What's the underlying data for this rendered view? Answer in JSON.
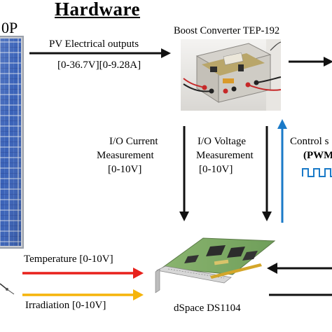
{
  "diagram": {
    "title": "Hardware",
    "pv_panel_label_fragment": "0P",
    "pv_outputs": {
      "label": "PV Electrical outputs",
      "range": "[0-36.7V][0-9.28A]"
    },
    "boost_converter": {
      "label": "Boost Converter TEP-192"
    },
    "io_current": {
      "line1": "I/O Current",
      "line2": "Measurement",
      "range": "[0-10V]"
    },
    "io_voltage": {
      "line1": "I/O Voltage",
      "line2": "Measurement",
      "range": "[0-10V]"
    },
    "control_signal": {
      "line1": "Control s",
      "line2": "(PWM"
    },
    "temperature": {
      "label": "Temperature [0-10V]"
    },
    "irradiation": {
      "label": "Irradiation [0-10V]"
    },
    "dspace": {
      "label": "dSpace DS1104"
    }
  },
  "colors": {
    "arrow_black": "#111111",
    "arrow_blue": "#1a7ac8",
    "arrow_red": "#e8211c",
    "arrow_yellow": "#f5b40a",
    "panel_blue": "#2f53a8",
    "panel_frame": "#c9ccd2"
  }
}
